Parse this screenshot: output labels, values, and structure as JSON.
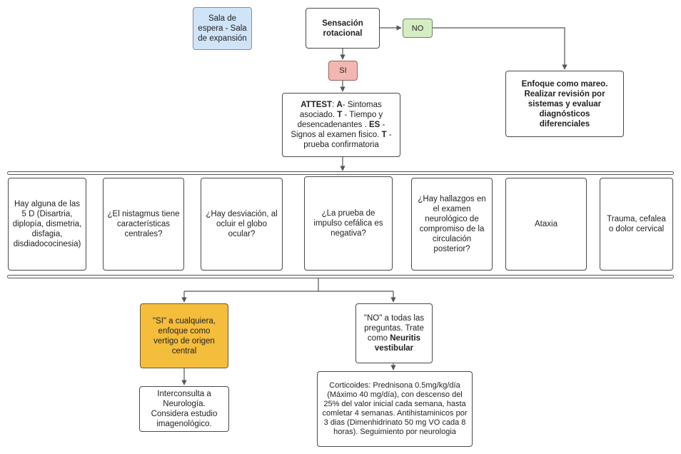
{
  "nodes": {
    "waiting_room": "Sala de espera - Sala de expansión",
    "rotational": "Sensación rotacional",
    "no": "NO",
    "yes": "SI",
    "dizziness": "Enfoque como mareo. Realizar revisión por sistemas y evaluar diagnósticos  diferenciales",
    "attest": {
      "a_key": "ATTEST",
      "a_sep": ": ",
      "a_letter": "A",
      "a_text": "- Sintomas asociado. ",
      "t_letter": "T",
      "t_text": " - Tiempo y desencadenantes . ",
      "es_letter": "ES",
      "es_text": " - Signos al examen fisico. ",
      "t2_letter": "T",
      "t2_text": " - prueba confirmatoria"
    },
    "questions": [
      "Hay alguna de las 5 D (Disartria, diplopía, dismetria, disfagia, disdiadococinesia)",
      "¿El nistagmus tiene características centrales?",
      "¿Hay desviación, al ocluir el globo ocular?",
      "¿La prueba de impulso cefálica es negativa?",
      "¿Hay hallazgos en el examen neurológico de compromiso de la circulación posterior?",
      "Ataxia",
      "Trauma, cefalea o dolor cervical"
    ],
    "central": "\"SI\" a cualquiera, enfoque como vertigo de origen central",
    "neuritis": {
      "text": "\"NO\" a todas las preguntas. Trate como ",
      "bold": "Neuritis vestibular"
    },
    "neurology": "Interconsulta a Neurología. Considera estudio imagenológico.",
    "treatment": "Corticoides: Prednisona 0.5mg/kg/día (Máximo 40 mg/día), con descenso del 25% del valor inicial cada semana, hasta comletar 4 semanas. Antihistaminicos por 3 dias (Dimenhidrinato 50 mg VO cada 8 horas). Seguimiento por neurologia"
  },
  "colors": {
    "waiting_room": "#cfe4f7",
    "no": "#d4edc2",
    "yes": "#f4b6b1",
    "central": "#f4bd3c",
    "lines": "#555555"
  }
}
